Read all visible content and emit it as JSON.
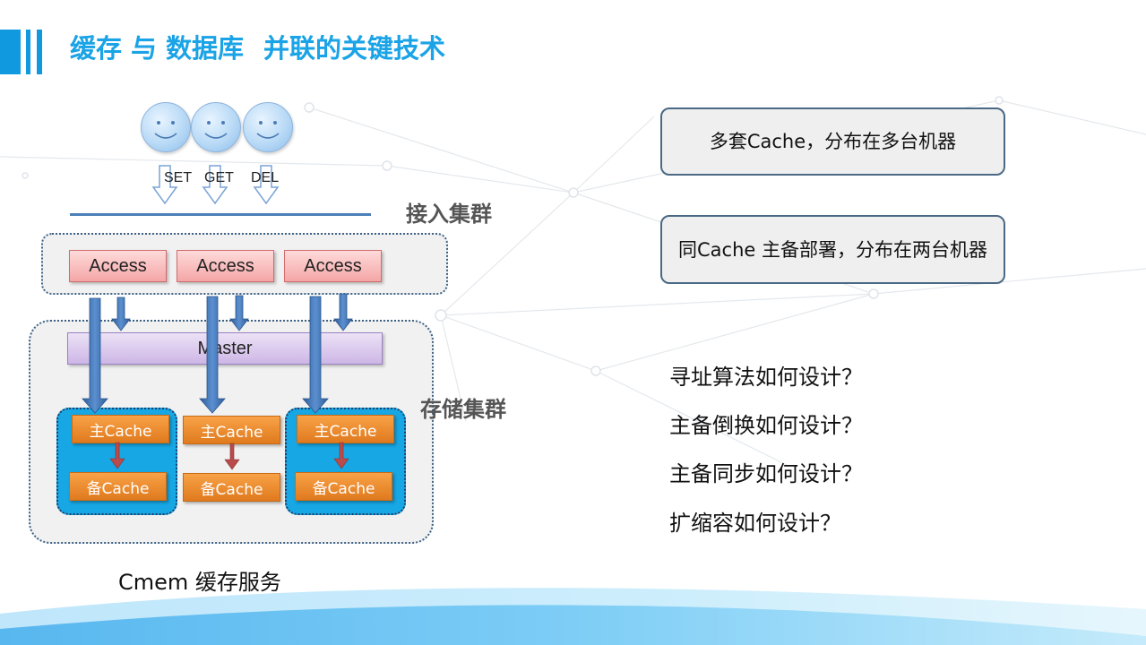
{
  "title": {
    "part1": "缓存",
    "part2": "与",
    "part3": "数据库",
    "part4": "并联的关键技术"
  },
  "clients": {
    "ops": [
      "SET",
      "GET",
      "DEL"
    ]
  },
  "access_cluster": {
    "label": "接入集群",
    "nodes": [
      "Access",
      "Access",
      "Access"
    ]
  },
  "storage_cluster": {
    "label": "存储集群",
    "master": "Master",
    "primary": [
      "主Cache",
      "主Cache",
      "主Cache"
    ],
    "backup": [
      "备Cache",
      "备Cache",
      "备Cache"
    ]
  },
  "service_label": "Cmem 缓存服务",
  "notes": [
    "多套Cache，分布在多台机器",
    "同Cache 主备部署，分布在两台机器"
  ],
  "questions": [
    "寻址算法如何设计？",
    "主备倒换如何设计？",
    "主备同步如何设计？",
    "扩缩容如何设计？"
  ],
  "colors": {
    "accent": "#1aa3e6",
    "arrow_blue": "#3d6fb0",
    "arrow_red": "#b84b4b",
    "cache_orange": "#f08a2a"
  }
}
